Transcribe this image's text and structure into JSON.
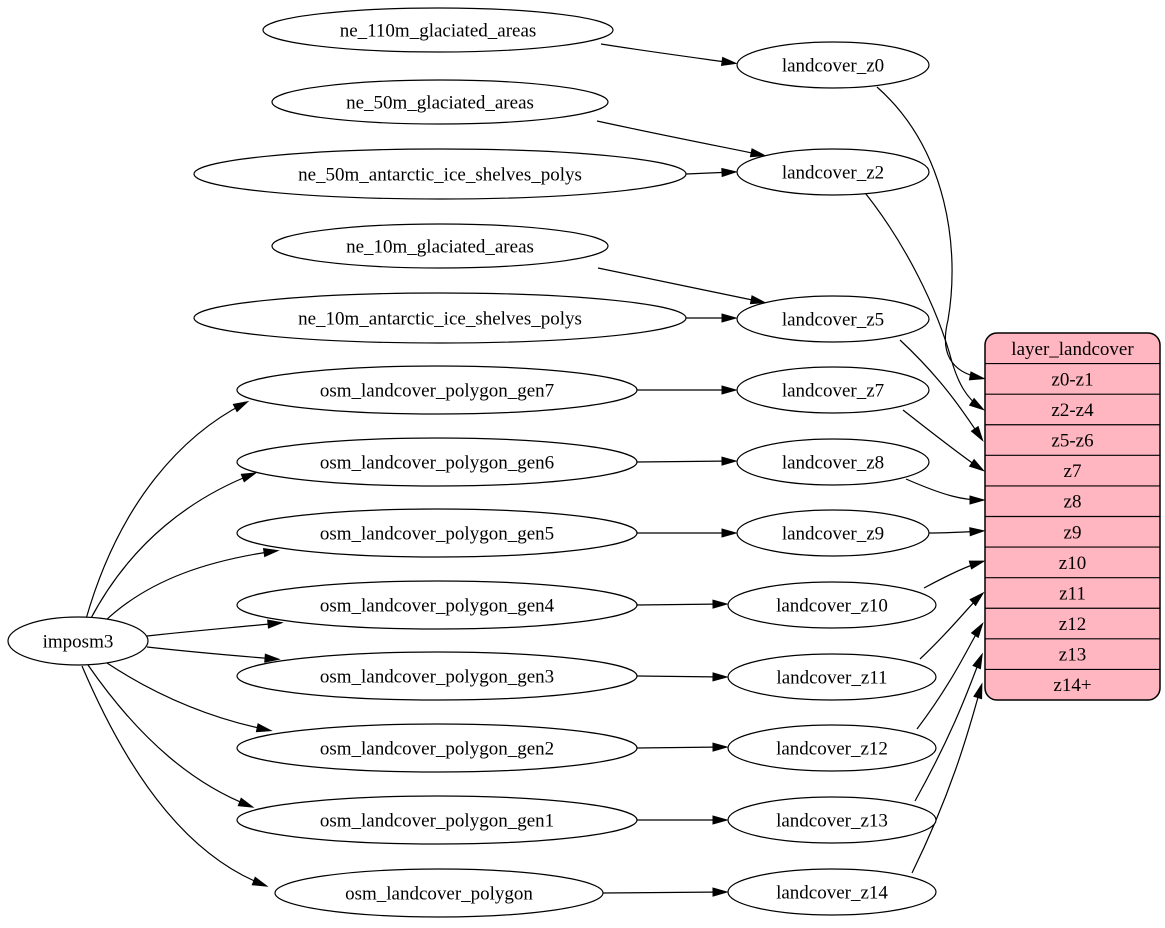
{
  "diagram": {
    "type": "graphviz-digraph",
    "background_color": "#ffffff",
    "node_fill_color": "#ffffff",
    "stroke_color": "#000000",
    "record_fill_color": "#ffb6c1",
    "nodes": [
      {
        "id": "imposm3",
        "label": "imposm3"
      },
      {
        "id": "ne_110m_glaciated_areas",
        "label": "ne_110m_glaciated_areas"
      },
      {
        "id": "ne_50m_glaciated_areas",
        "label": "ne_50m_glaciated_areas"
      },
      {
        "id": "ne_50m_antarctic_ice_shelves_polys",
        "label": "ne_50m_antarctic_ice_shelves_polys"
      },
      {
        "id": "ne_10m_glaciated_areas",
        "label": "ne_10m_glaciated_areas"
      },
      {
        "id": "ne_10m_antarctic_ice_shelves_polys",
        "label": "ne_10m_antarctic_ice_shelves_polys"
      },
      {
        "id": "osm_landcover_polygon_gen7",
        "label": "osm_landcover_polygon_gen7"
      },
      {
        "id": "osm_landcover_polygon_gen6",
        "label": "osm_landcover_polygon_gen6"
      },
      {
        "id": "osm_landcover_polygon_gen5",
        "label": "osm_landcover_polygon_gen5"
      },
      {
        "id": "osm_landcover_polygon_gen4",
        "label": "osm_landcover_polygon_gen4"
      },
      {
        "id": "osm_landcover_polygon_gen3",
        "label": "osm_landcover_polygon_gen3"
      },
      {
        "id": "osm_landcover_polygon_gen2",
        "label": "osm_landcover_polygon_gen2"
      },
      {
        "id": "osm_landcover_polygon_gen1",
        "label": "osm_landcover_polygon_gen1"
      },
      {
        "id": "osm_landcover_polygon",
        "label": "osm_landcover_polygon"
      },
      {
        "id": "landcover_z0",
        "label": "landcover_z0"
      },
      {
        "id": "landcover_z2",
        "label": "landcover_z2"
      },
      {
        "id": "landcover_z5",
        "label": "landcover_z5"
      },
      {
        "id": "landcover_z7",
        "label": "landcover_z7"
      },
      {
        "id": "landcover_z8",
        "label": "landcover_z8"
      },
      {
        "id": "landcover_z9",
        "label": "landcover_z9"
      },
      {
        "id": "landcover_z10",
        "label": "landcover_z10"
      },
      {
        "id": "landcover_z11",
        "label": "landcover_z11"
      },
      {
        "id": "landcover_z12",
        "label": "landcover_z12"
      },
      {
        "id": "landcover_z13",
        "label": "landcover_z13"
      },
      {
        "id": "landcover_z14",
        "label": "landcover_z14"
      }
    ],
    "record": {
      "id": "layer_landcover",
      "title": "layer_landcover",
      "rows": [
        "z0-z1",
        "z2-z4",
        "z5-z6",
        "z7",
        "z8",
        "z9",
        "z10",
        "z11",
        "z12",
        "z13",
        "z14+"
      ]
    },
    "edges": [
      {
        "from": "imposm3",
        "to": "osm_landcover_polygon_gen7"
      },
      {
        "from": "imposm3",
        "to": "osm_landcover_polygon_gen6"
      },
      {
        "from": "imposm3",
        "to": "osm_landcover_polygon_gen5"
      },
      {
        "from": "imposm3",
        "to": "osm_landcover_polygon_gen4"
      },
      {
        "from": "imposm3",
        "to": "osm_landcover_polygon_gen3"
      },
      {
        "from": "imposm3",
        "to": "osm_landcover_polygon_gen2"
      },
      {
        "from": "imposm3",
        "to": "osm_landcover_polygon_gen1"
      },
      {
        "from": "imposm3",
        "to": "osm_landcover_polygon"
      },
      {
        "from": "ne_110m_glaciated_areas",
        "to": "landcover_z0"
      },
      {
        "from": "ne_50m_glaciated_areas",
        "to": "landcover_z2"
      },
      {
        "from": "ne_50m_antarctic_ice_shelves_polys",
        "to": "landcover_z2"
      },
      {
        "from": "ne_10m_glaciated_areas",
        "to": "landcover_z5"
      },
      {
        "from": "ne_10m_antarctic_ice_shelves_polys",
        "to": "landcover_z5"
      },
      {
        "from": "osm_landcover_polygon_gen7",
        "to": "landcover_z7"
      },
      {
        "from": "osm_landcover_polygon_gen6",
        "to": "landcover_z8"
      },
      {
        "from": "osm_landcover_polygon_gen5",
        "to": "landcover_z9"
      },
      {
        "from": "osm_landcover_polygon_gen4",
        "to": "landcover_z10"
      },
      {
        "from": "osm_landcover_polygon_gen3",
        "to": "landcover_z11"
      },
      {
        "from": "osm_landcover_polygon_gen2",
        "to": "landcover_z12"
      },
      {
        "from": "osm_landcover_polygon_gen1",
        "to": "landcover_z13"
      },
      {
        "from": "osm_landcover_polygon",
        "to": "landcover_z14"
      },
      {
        "from": "landcover_z0",
        "to": "layer_landcover",
        "row": "z0-z1"
      },
      {
        "from": "landcover_z2",
        "to": "layer_landcover",
        "row": "z2-z4"
      },
      {
        "from": "landcover_z5",
        "to": "layer_landcover",
        "row": "z5-z6"
      },
      {
        "from": "landcover_z7",
        "to": "layer_landcover",
        "row": "z7"
      },
      {
        "from": "landcover_z8",
        "to": "layer_landcover",
        "row": "z8"
      },
      {
        "from": "landcover_z9",
        "to": "layer_landcover",
        "row": "z9"
      },
      {
        "from": "landcover_z10",
        "to": "layer_landcover",
        "row": "z10"
      },
      {
        "from": "landcover_z11",
        "to": "layer_landcover",
        "row": "z11"
      },
      {
        "from": "landcover_z12",
        "to": "layer_landcover",
        "row": "z12"
      },
      {
        "from": "landcover_z13",
        "to": "layer_landcover",
        "row": "z13"
      },
      {
        "from": "landcover_z14",
        "to": "layer_landcover",
        "row": "z14+"
      }
    ]
  }
}
